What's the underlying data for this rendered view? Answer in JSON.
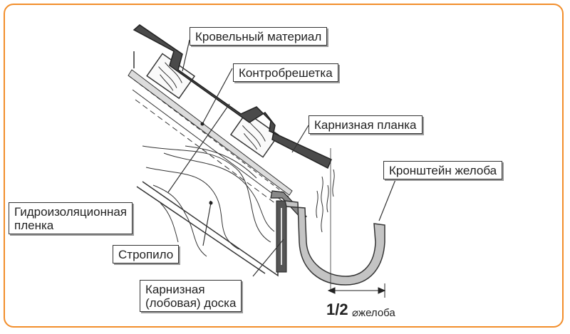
{
  "labels": {
    "roofing": "Кровельный материал",
    "counter_batten": "Контробрешетка",
    "eaves_strip": "Карнизная планка",
    "gutter_bracket": "Кронштейн желоба",
    "membrane_line1": "Гидроизоляционная",
    "membrane_line2": "пленка",
    "rafter": "Стропило",
    "fascia_line1": "Карнизная",
    "fascia_line2": "(лобовая) доска"
  },
  "dimension": {
    "fraction": "1/2",
    "diameter": "⌀желоба"
  },
  "colors": {
    "frame": "#f28e2b",
    "roofing": "#4a4a4a",
    "gutter": "#c4c4c4",
    "ink": "#222222"
  }
}
